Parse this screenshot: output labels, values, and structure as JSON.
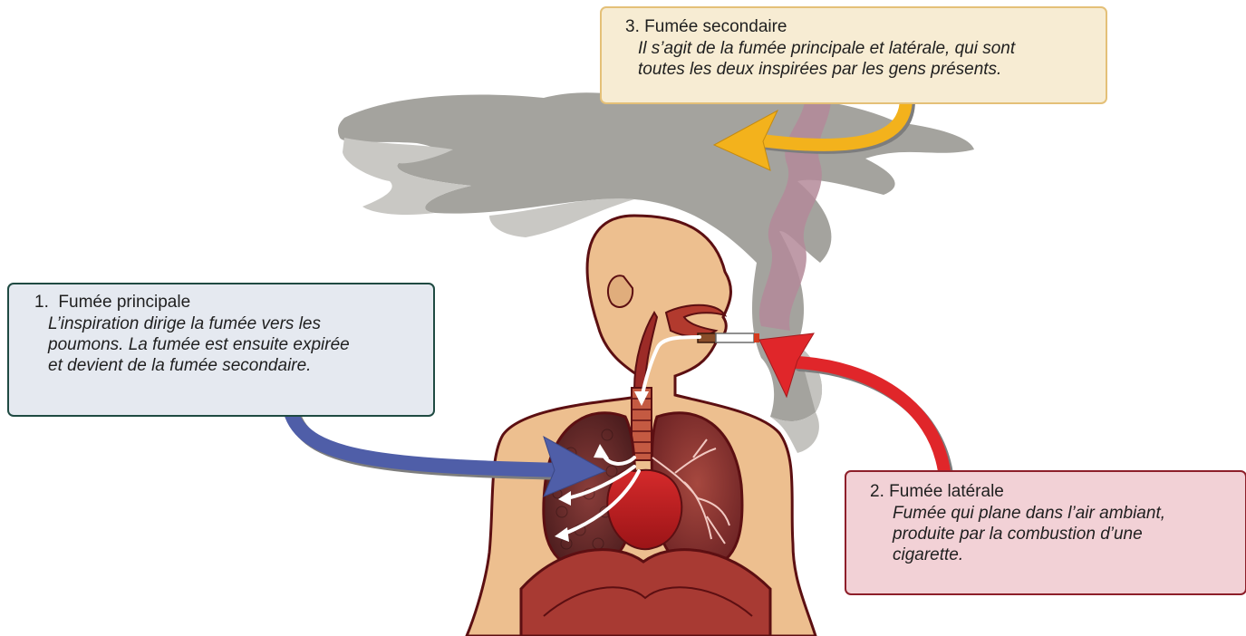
{
  "callouts": {
    "principal": {
      "number": "1.",
      "title": "Fumée principale",
      "lines": [
        "L’inspiration dirige la fumée vers les",
        "poumons. La fumée est ensuite expirée",
        "et devient de la fumée secondaire."
      ]
    },
    "laterale": {
      "number": "2.",
      "title": "Fumée latérale",
      "lines": [
        "Fumée qui plane dans l’air ambiant,",
        "produite par la combustion d’une",
        "cigarette."
      ]
    },
    "secondaire": {
      "number": "3.",
      "title": "Fumée secondaire",
      "lines": [
        "Il s’agit de la fumée principale et latérale, qui sont",
        "toutes les deux inspirées par les gens présents."
      ]
    }
  },
  "colors": {
    "principal_arrow": "#4f5ea8",
    "laterale_arrow": "#e0262a",
    "secondaire_arrow": "#f3b21c",
    "smoke": "#a4a39e",
    "side_smoke": "#b48a99",
    "skin": "#edbf8f",
    "outline": "#5c0f12",
    "airway": "#b23a2e",
    "heart": "#c51d22"
  }
}
